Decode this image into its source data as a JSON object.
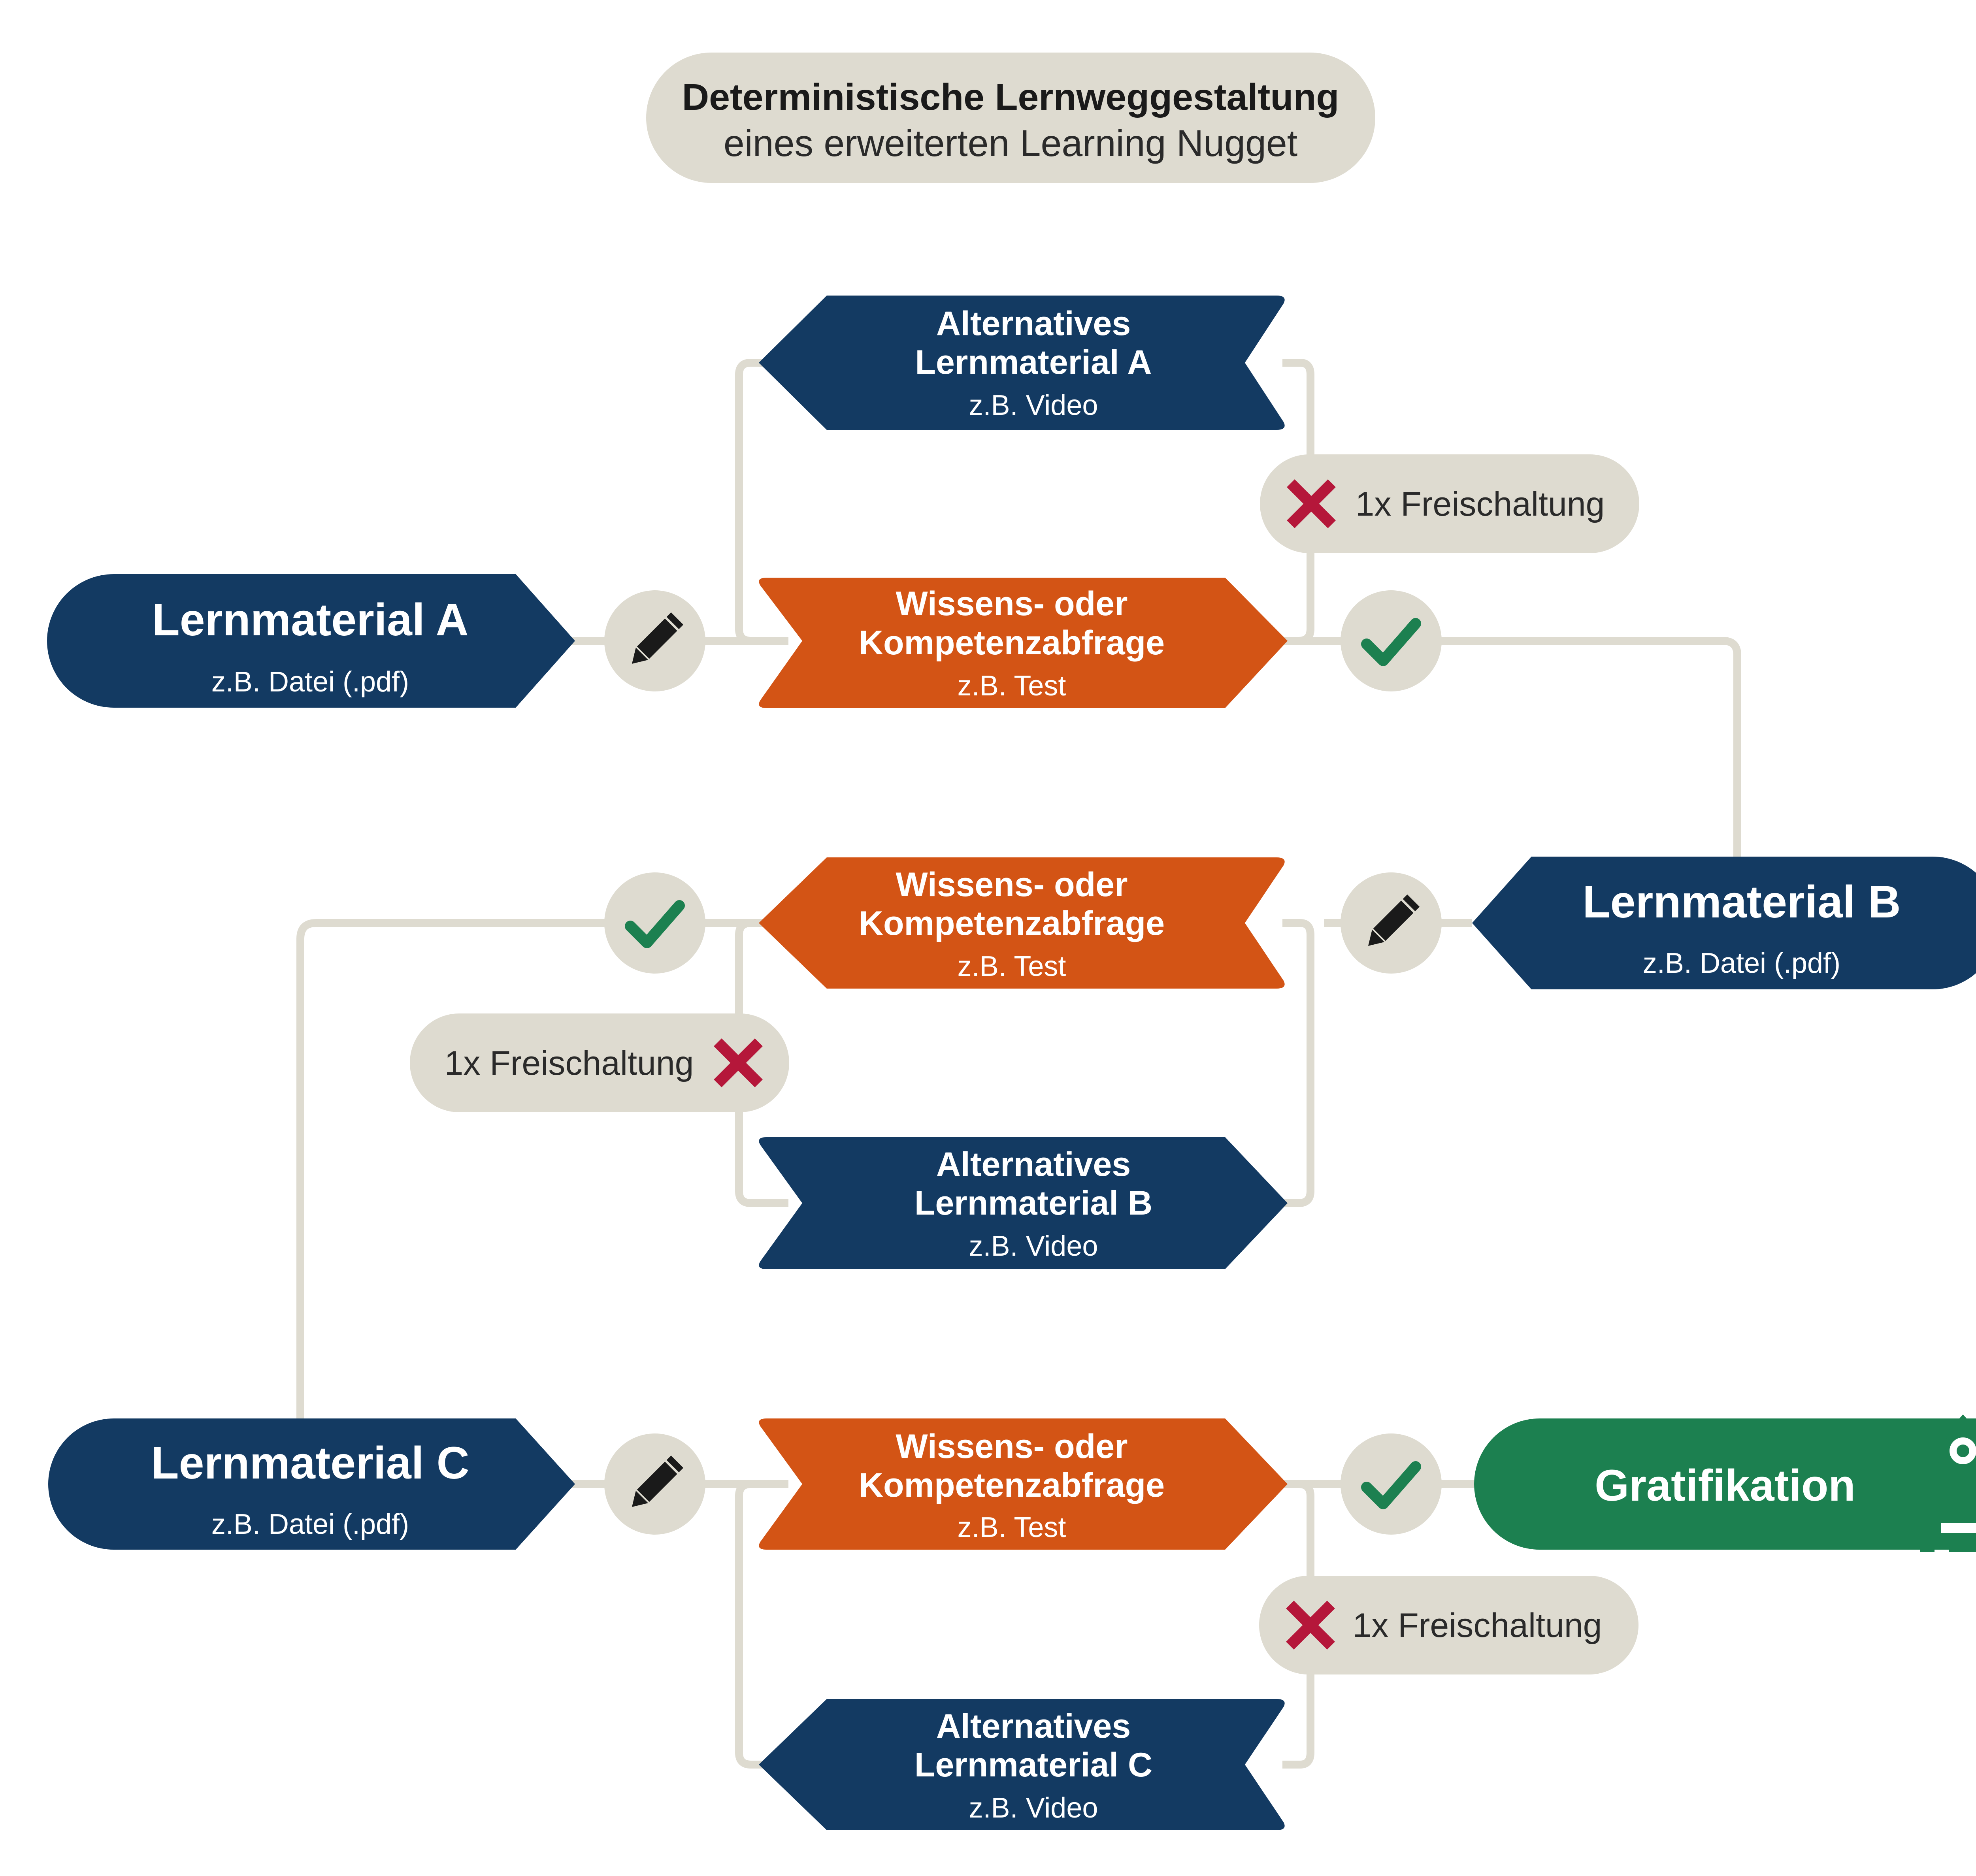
{
  "title": {
    "line1": "Deterministische Lernweggestaltung",
    "line2": "eines erweiterten Learning Nugget"
  },
  "colors": {
    "navy": "#133a62",
    "orange": "#d35415",
    "green": "#1c8050",
    "beige": "#dedbd0",
    "red": "#b5173a",
    "check": "#1c8050"
  },
  "materials": {
    "a": {
      "title": "Lernmaterial A",
      "subtitle": "z.B. Datei (.pdf)"
    },
    "b": {
      "title": "Lernmaterial B",
      "subtitle": "z.B. Datei (.pdf)"
    },
    "c": {
      "title": "Lernmaterial C",
      "subtitle": "z.B. Datei (.pdf)"
    }
  },
  "tests": {
    "a": {
      "line1": "Wissens- oder",
      "line2": "Kompetenzabfrage",
      "sub": "z.B. Test"
    },
    "b": {
      "line1": "Wissens- oder",
      "line2": "Kompetenzabfrage",
      "sub": "z.B. Test"
    },
    "c": {
      "line1": "Wissens- oder",
      "line2": "Kompetenzabfrage",
      "sub": "z.B. Test"
    }
  },
  "alternatives": {
    "a": {
      "line1": "Alternatives",
      "line2": "Lernmaterial A",
      "sub": "z.B. Video"
    },
    "b": {
      "line1": "Alternatives",
      "line2": "Lernmaterial B",
      "sub": "z.B. Video"
    },
    "c": {
      "line1": "Alternatives",
      "line2": "Lernmaterial C",
      "sub": "z.B. Video"
    }
  },
  "unlock": {
    "a": "1x Freischaltung",
    "b": "1x Freischaltung",
    "c": "1x Freischaltung"
  },
  "gratification": {
    "label": "Gratifikation"
  },
  "icons": [
    "pencil-icon",
    "check-icon",
    "cross-icon",
    "rocket-icon"
  ]
}
